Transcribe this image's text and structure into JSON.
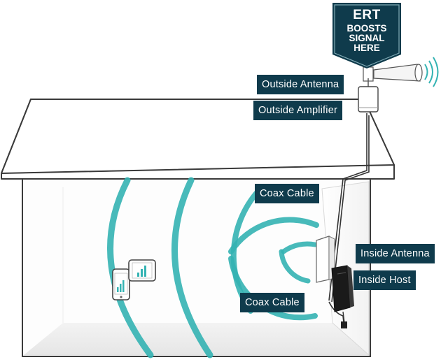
{
  "badge": {
    "line1": "ERT",
    "line2": "BOOSTS",
    "line3": "SIGNAL",
    "line4": "HERE"
  },
  "labels": {
    "outside_antenna": "Outside Antenna",
    "outside_amplifier": "Outside Amplifier",
    "coax_cable_top": "Coax Cable",
    "inside_antenna": "Inside Antenna",
    "inside_host": "Inside Host",
    "coax_cable_bottom": "Coax Cable"
  },
  "colors": {
    "label_bg": "#0f3b4c",
    "signal_teal": "#34b3b3",
    "house_outline": "#3a3a3a"
  }
}
